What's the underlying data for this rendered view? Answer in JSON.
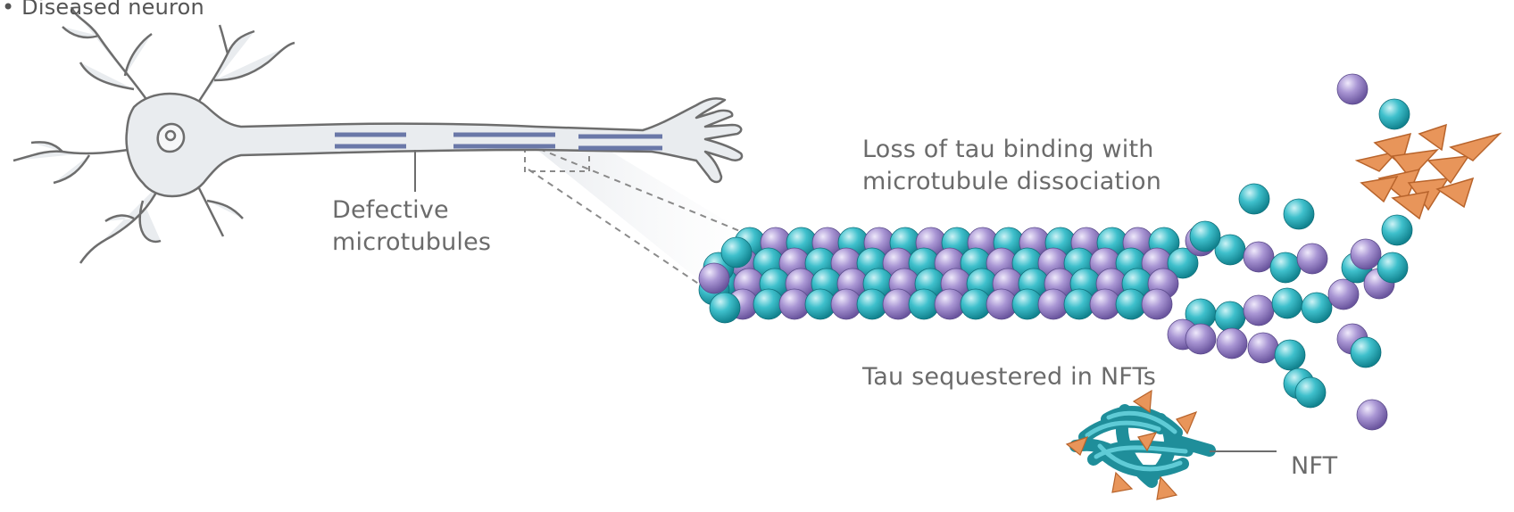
{
  "labels": {
    "top_left_fragment": "• Diseased neuron",
    "defective": "Defective\nmicrotubules",
    "loss": "Loss of tau binding with\nmicrotubule dissociation",
    "tau": "Tau sequestered in NFTs",
    "nft": "NFT"
  },
  "colors": {
    "teal": "#27b3c0",
    "purple": "#9b87c7",
    "orange": "#e8955a",
    "neuron_fill": "#e9ecef",
    "neuron_stroke": "#6d6d6d",
    "microtubule": "#6a78a8",
    "text": "#6b6b6b"
  },
  "icons": [
    "neuron-cell",
    "microtubule-bead-chain",
    "tau-protein-cluster",
    "neurofibrillary-tangle"
  ]
}
